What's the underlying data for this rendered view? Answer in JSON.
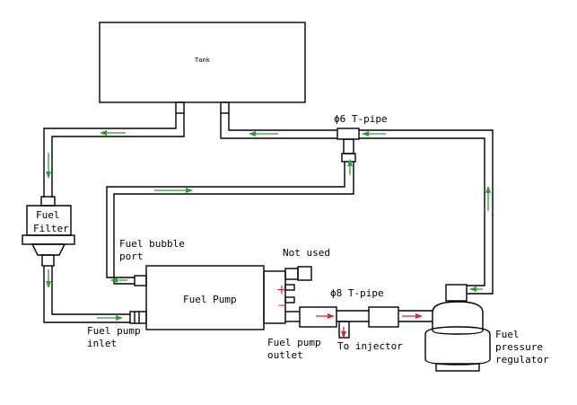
{
  "labels": {
    "tank": "Tank",
    "t_pipe_6": "ϕ6 T-pipe",
    "fuel_filter_1": "Fuel",
    "fuel_filter_2": "Filter",
    "bubble_1": "Fuel bubble",
    "bubble_2": "port",
    "not_used": "Not used",
    "fuel_pump": "Fuel Pump",
    "plus": "+",
    "minus": "−",
    "t_pipe_8": "ϕ8 T-pipe",
    "inlet_1": "Fuel pump",
    "inlet_2": "inlet",
    "outlet_1": "Fuel pump",
    "outlet_2": "outlet",
    "to_injector": "To injector",
    "reg_1": "Fuel",
    "reg_2": "pressure",
    "reg_3": "regulator"
  },
  "colors": {
    "line": "#000000",
    "flow_arrow": "#2ca02c",
    "polarity": "#d62728"
  }
}
